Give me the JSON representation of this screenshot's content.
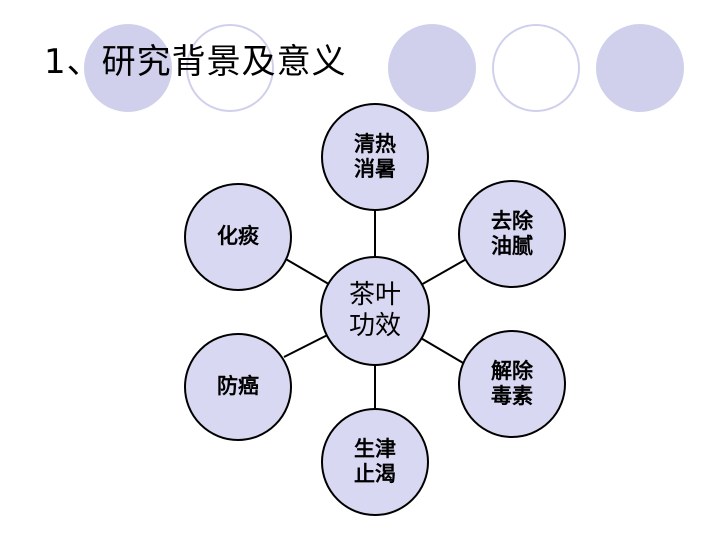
{
  "title": "1、研究背景及意义",
  "colors": {
    "node_fill": "#d8d8f2",
    "node_stroke": "#000000",
    "deco_fill": "#d0d0ec"
  },
  "diagram": {
    "center": {
      "line1": "茶叶",
      "line2": "功效"
    },
    "nodes": [
      {
        "id": "top",
        "line1": "清热",
        "line2": "消暑"
      },
      {
        "id": "upper-right",
        "line1": "去除",
        "line2": "油腻"
      },
      {
        "id": "lower-right",
        "line1": "解除",
        "line2": "毒素"
      },
      {
        "id": "bottom",
        "line1": "生津",
        "line2": "止渴"
      },
      {
        "id": "lower-left",
        "line1": "防癌",
        "line2": ""
      },
      {
        "id": "upper-left",
        "line1": "化痰",
        "line2": ""
      }
    ]
  }
}
